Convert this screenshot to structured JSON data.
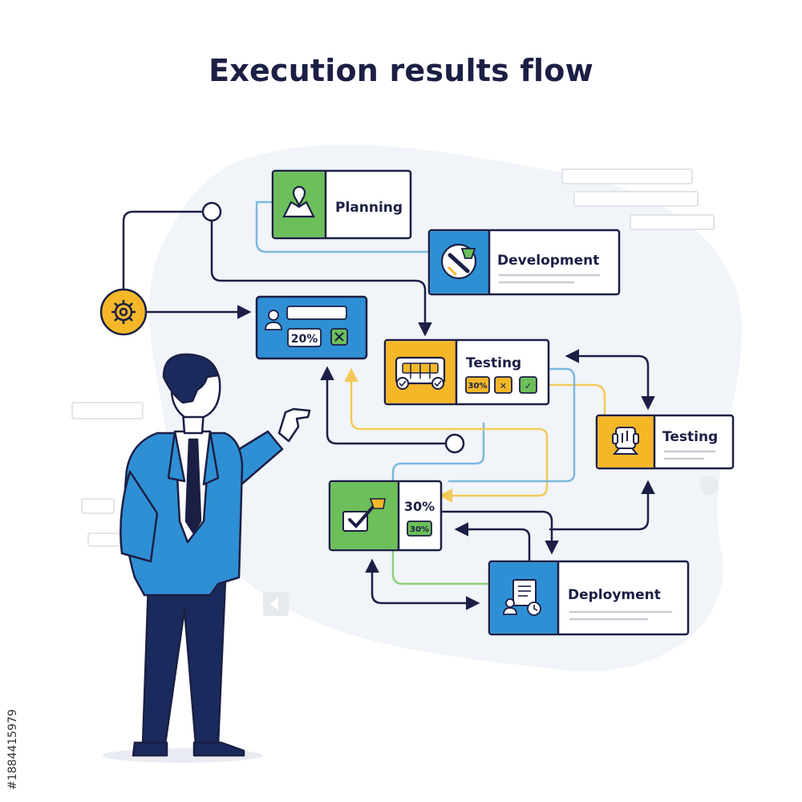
{
  "title": "Execution results flow",
  "stock_id": "#1884415979",
  "colors": {
    "navy": "#1b1f45",
    "blue": "#2f8fd4",
    "green": "#6cbf5a",
    "yellow": "#f4b728",
    "flow_blue": "#7fb7e0",
    "flow_yellow": "#f2c95a",
    "flow_green": "#8fd07a",
    "background_blob": "#f1f4f8"
  },
  "nodes": {
    "planning": {
      "label": "Planning",
      "icon": "map-pin-icon",
      "accent": "green"
    },
    "development": {
      "label": "Development",
      "icon": "wrench-icon",
      "accent": "blue"
    },
    "status_card": {
      "badge": "20%",
      "icon": "user-icon",
      "accent": "blue"
    },
    "testing_1": {
      "label": "Testing",
      "icon": "dashboard-icon",
      "accent": "yellow",
      "chips": [
        "30%",
        "✕",
        "✓"
      ]
    },
    "testing_2": {
      "label": "Testing",
      "icon": "robot-icon",
      "accent": "yellow"
    },
    "result_card": {
      "label": "30%",
      "chip": "30%",
      "icon": "checklist-icon",
      "accent": "green"
    },
    "deployment": {
      "label": "Deployment",
      "icon": "document-clock-icon",
      "accent": "blue"
    }
  },
  "hub": {
    "icon": "gear-icon"
  }
}
